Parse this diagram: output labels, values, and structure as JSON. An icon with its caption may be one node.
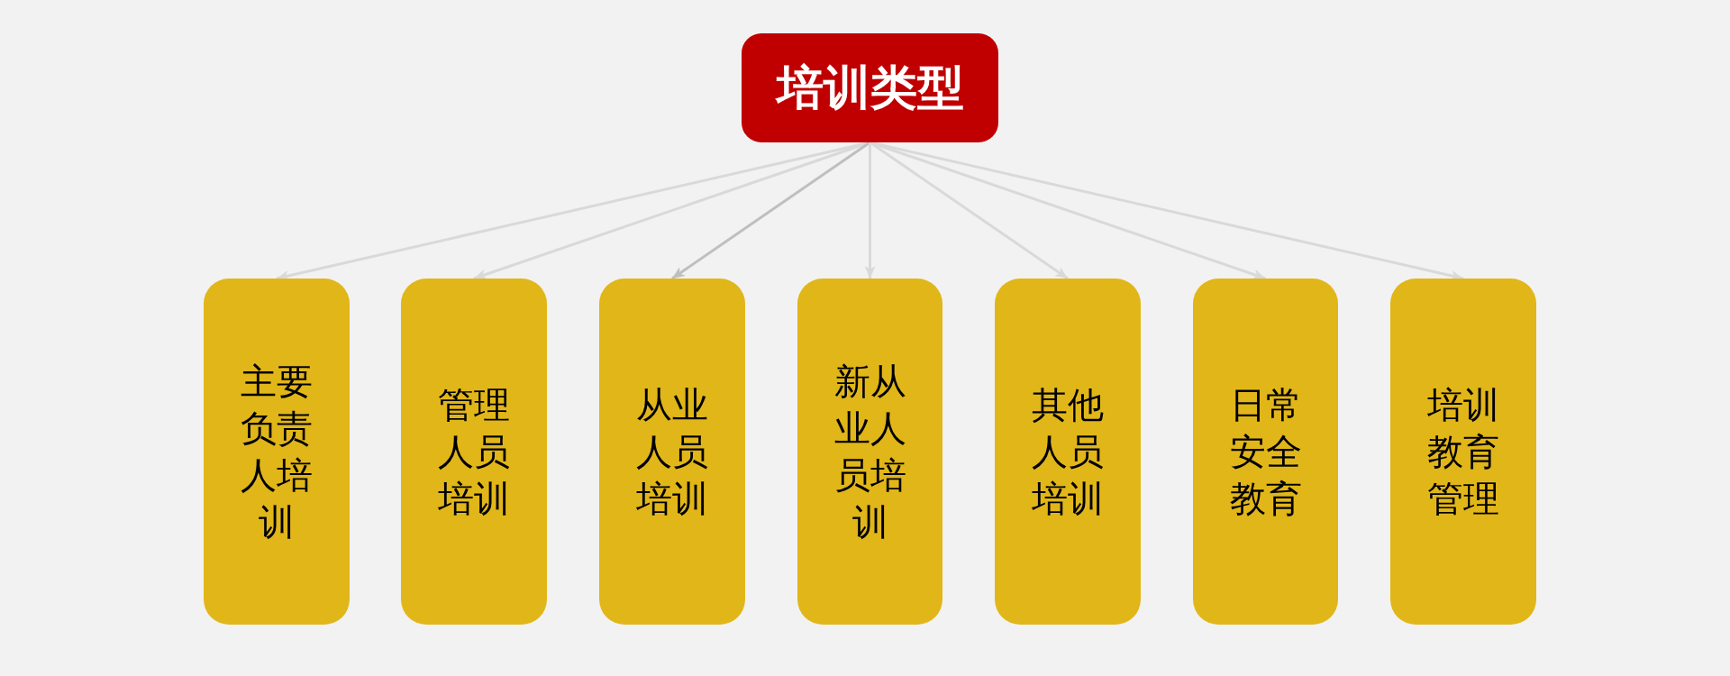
{
  "diagram": {
    "nodes": [
      {
        "text": [
          "培训类型"
        ]
      },
      {
        "text": [
          "主要负责人培训"
        ]
      },
      {
        "text": [
          "管理人员培训"
        ]
      },
      {
        "text": [
          "从业人员培训"
        ]
      },
      {
        "text": [
          "新从业人员培训"
        ]
      },
      {
        "text": [
          "其他人员培训"
        ]
      },
      {
        "text": [
          "日常安全教育"
        ]
      },
      {
        "text": [
          "培训教育管理"
        ]
      }
    ],
    "edges": [
      {
        "from": 0,
        "to": 1,
        "arrow": "to"
      },
      {
        "from": 0,
        "to": 2,
        "arrow": "to"
      },
      {
        "from": 0,
        "to": 3,
        "arrow": "to",
        "color": "#bfbfbf"
      },
      {
        "from": 0,
        "to": 4,
        "arrow": "to"
      },
      {
        "from": 0,
        "to": 5,
        "arrow": "to"
      },
      {
        "from": 0,
        "to": 6,
        "arrow": "to"
      },
      {
        "from": 0,
        "to": 7,
        "arrow": "to"
      }
    ]
  }
}
